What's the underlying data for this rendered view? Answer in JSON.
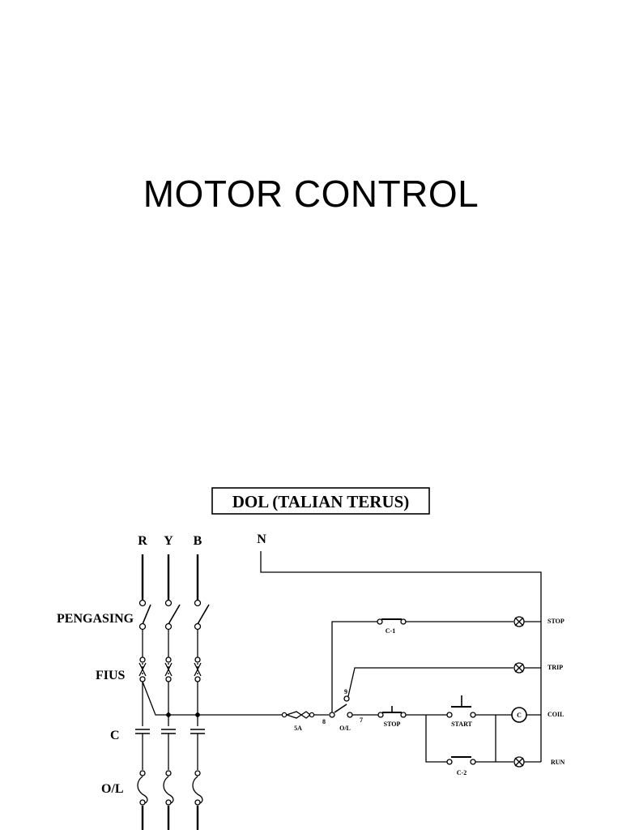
{
  "slide": {
    "title": "MOTOR CONTROL"
  },
  "diagram": {
    "title": "DOL (TALIAN TERUS)",
    "phases": [
      "R",
      "Y",
      "B"
    ],
    "neutral": "N",
    "row_labels": [
      "PENGASING",
      "FIUS",
      "C",
      "O/L"
    ],
    "control": {
      "contact_c1": "C-1",
      "contact_c2": "C-2",
      "fuse": "5A",
      "wire_8": "8",
      "wire_7": "7",
      "wire_9": "9",
      "overload": "O/L",
      "stop_button": "STOP",
      "start_button": "START",
      "coil_symbol": "C"
    },
    "indicators": [
      "STOP",
      "TRIP",
      "COIL",
      "RUN"
    ]
  }
}
